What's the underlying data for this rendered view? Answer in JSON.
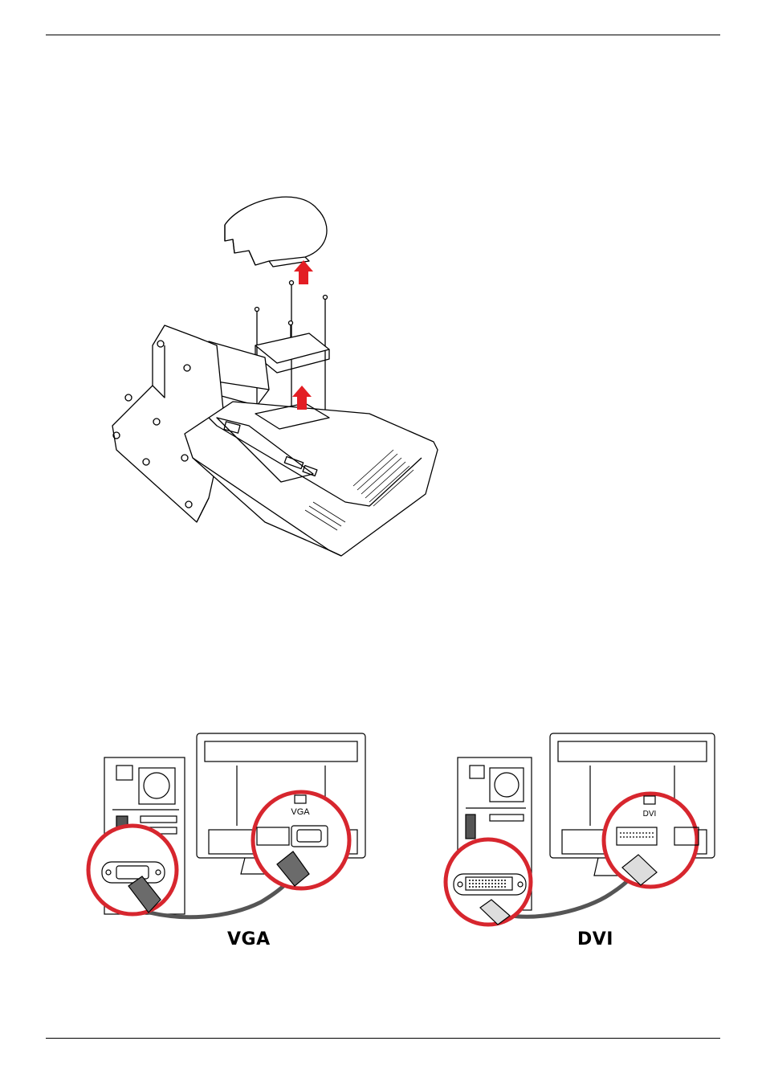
{
  "figures": {
    "stand": {
      "icon": "monitor-stand-removal-illustration",
      "arrow_color": "#e31e24"
    },
    "connections": {
      "callout_color": "#d7262e",
      "vga": {
        "caption": "VGA",
        "port_label": "VGA",
        "icon": "vga-cable-connection-illustration"
      },
      "dvi": {
        "caption": "DVI",
        "port_label": "DVI",
        "icon": "dvi-cable-connection-illustration"
      }
    }
  }
}
